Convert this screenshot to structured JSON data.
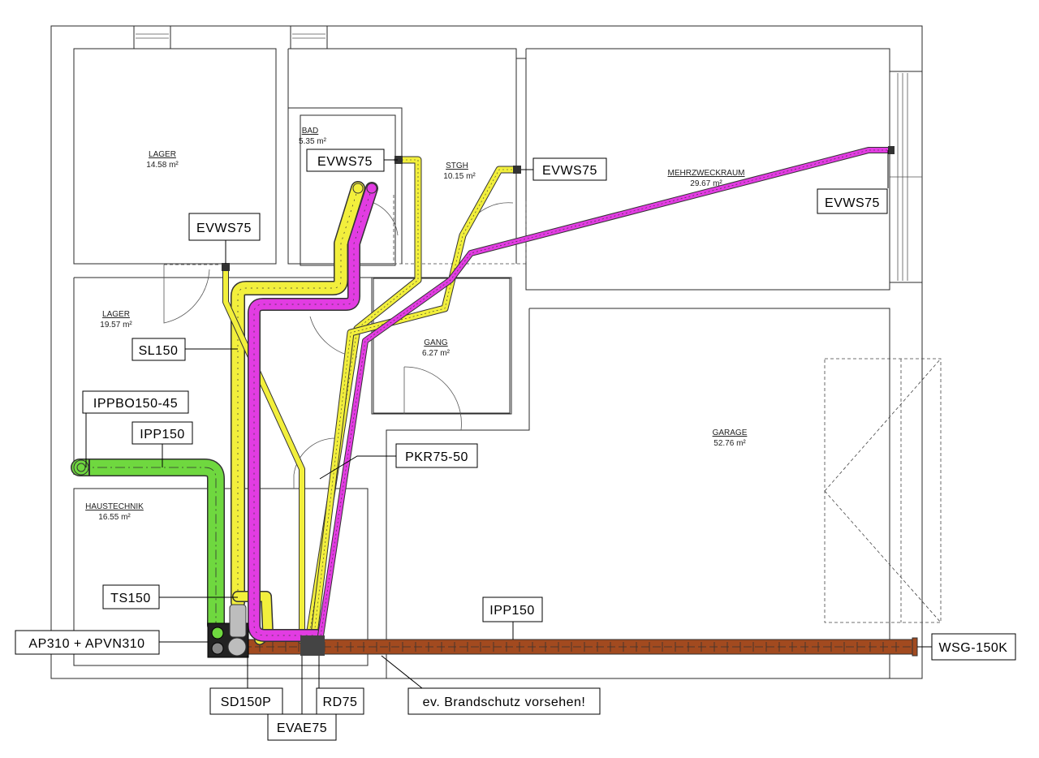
{
  "colors": {
    "supply_yellow": "#f2ef3c",
    "extract_magenta": "#e23ce2",
    "outdoor_green": "#6fd83f",
    "exhaust_brown": "#a24a1f",
    "unit_gray": "#bdbdbd"
  },
  "rooms": [
    {
      "name": "LAGER",
      "area": "14.58 m²"
    },
    {
      "name": "BAD",
      "area": "5.35 m²"
    },
    {
      "name": "STGH",
      "area": "10.15 m²"
    },
    {
      "name": "MEHRZWECKRAUM",
      "area": "29.67 m²"
    },
    {
      "name": "LAGER",
      "area": "19.57 m²"
    },
    {
      "name": "GANG",
      "area": "6.27 m²"
    },
    {
      "name": "GARAGE",
      "area": "52.76 m²"
    },
    {
      "name": "HAUSTECHNIK",
      "area": "16.55 m²"
    }
  ],
  "labels": {
    "evws_bad": "EVWS75",
    "evws_stgh": "EVWS75",
    "evws_mehrzweck": "EVWS75",
    "evws_lager": "EVWS75",
    "sl150": "SL150",
    "ippbo": "IPPBO150-45",
    "ipp150_left": "IPP150",
    "pkr": "PKR75-50",
    "ts150": "TS150",
    "ap310": "AP310 + APVN310",
    "ipp150_bottom": "IPP150",
    "wsg": "WSG-150K",
    "sd150p": "SD150P",
    "rd75": "RD75",
    "evae75": "EVAE75",
    "brandschutz": "ev. Brandschutz vorsehen!"
  }
}
